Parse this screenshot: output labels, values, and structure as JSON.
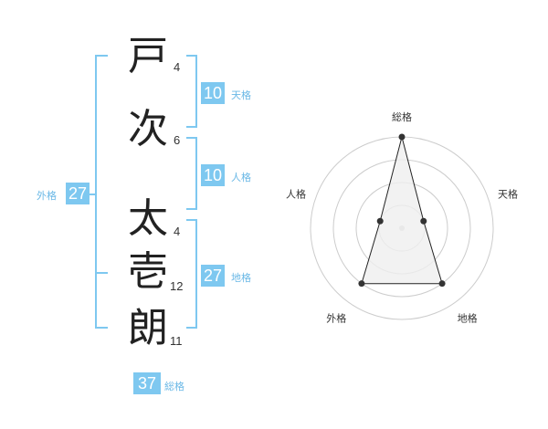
{
  "name": {
    "chars": [
      {
        "char": "戸",
        "strokes": "4"
      },
      {
        "char": "次",
        "strokes": "6"
      },
      {
        "char": "太",
        "strokes": "4"
      },
      {
        "char": "壱",
        "strokes": "12"
      },
      {
        "char": "朗",
        "strokes": "11"
      }
    ]
  },
  "kaku": {
    "tenkaku": {
      "value": "10",
      "label": "天格"
    },
    "jinkaku": {
      "value": "10",
      "label": "人格"
    },
    "chikaku": {
      "value": "27",
      "label": "地格"
    },
    "gaikaku": {
      "value": "27",
      "label": "外格"
    },
    "soukaku": {
      "value": "37",
      "label": "総格"
    }
  },
  "chart_data": {
    "type": "radar",
    "axes": [
      "総格",
      "天格",
      "地格",
      "外格",
      "人格"
    ],
    "values": [
      4,
      1,
      3,
      3,
      1
    ],
    "max": 4,
    "rings": 4,
    "colors": {
      "fill": "#efefef",
      "stroke": "#222222",
      "grid": "#cccccc"
    }
  }
}
